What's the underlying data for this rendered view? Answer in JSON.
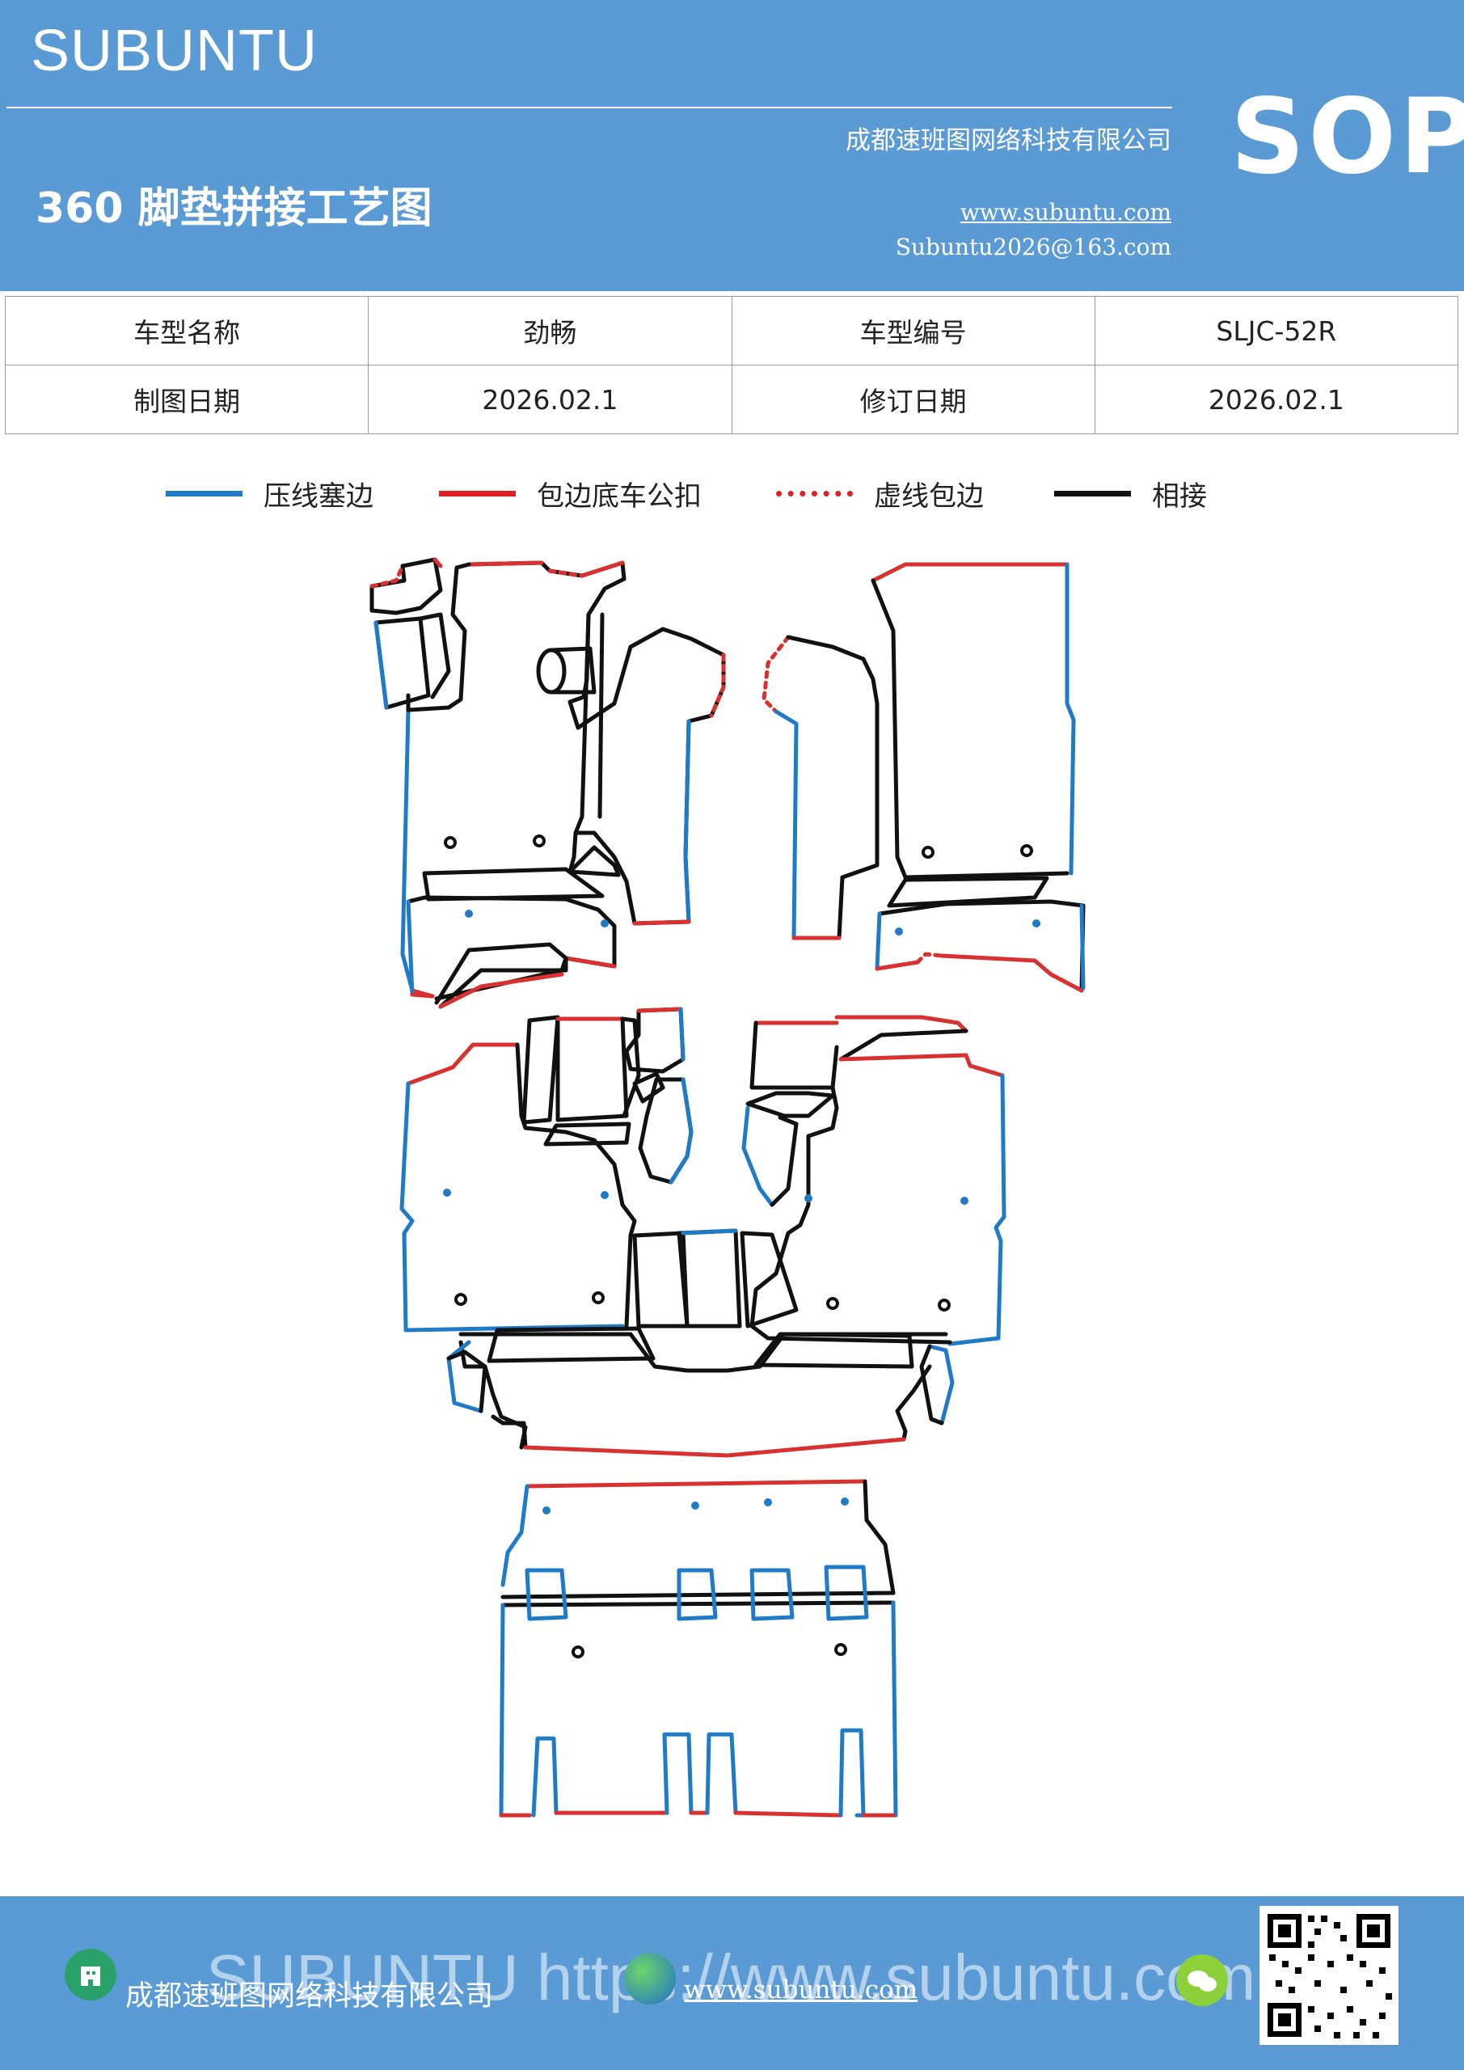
{
  "header": {
    "brand": "SUBUNTU",
    "company": "成都速班图网络科技有限公司",
    "title": "360 脚垫拼接工艺图",
    "website": "www.subuntu.com",
    "email": "Subuntu2026@163.com",
    "badge": "SOP"
  },
  "info_table": {
    "rows": [
      [
        "车型名称",
        "劲畅",
        "车型编号",
        "SLJC-52R"
      ],
      [
        "制图日期",
        "2026.02.1",
        "修订日期",
        "2026.02.1"
      ]
    ]
  },
  "legend": [
    {
      "label": "压线塞边",
      "color": "#1f7bc8",
      "style": "solid"
    },
    {
      "label": "包边底车公扣",
      "color": "#e02020",
      "style": "solid"
    },
    {
      "label": "虚线包边",
      "color": "#e02020",
      "style": "dotted"
    },
    {
      "label": "相接",
      "color": "#111111",
      "style": "solid"
    }
  ],
  "colors": {
    "blue": "#1f7bc8",
    "red": "#d93030",
    "black": "#111111",
    "header_bg": "#5b9bd5"
  },
  "footer": {
    "company": "成都速班图网络科技有限公司",
    "website": "www.subuntu.com",
    "watermark": "SUBUNTU https://www.subuntu.com",
    "icons": [
      "company-icon",
      "globe-icon",
      "wechat-icon"
    ]
  }
}
